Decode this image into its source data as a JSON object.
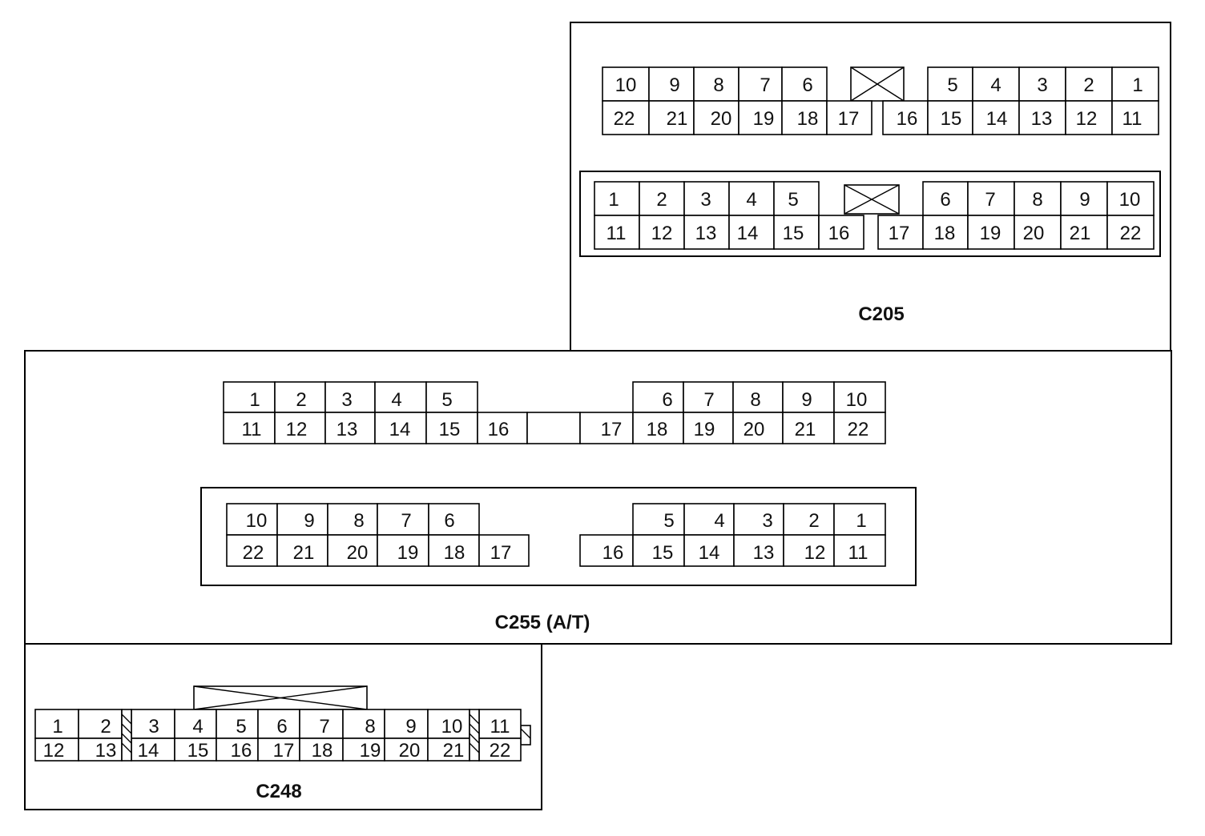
{
  "connectors": {
    "c205": {
      "label": "C205",
      "top_face": {
        "row1": [
          "10",
          "9",
          "8",
          "7",
          "6",
          "5",
          "4",
          "3",
          "2",
          "1"
        ],
        "row2": [
          "22",
          "21",
          "20",
          "19",
          "18",
          "17",
          "16",
          "15",
          "14",
          "13",
          "12",
          "11"
        ]
      },
      "bottom_face": {
        "row1": [
          "1",
          "2",
          "3",
          "4",
          "5",
          "6",
          "7",
          "8",
          "9",
          "10"
        ],
        "row2": [
          "11",
          "12",
          "13",
          "14",
          "15",
          "16",
          "17",
          "18",
          "19",
          "20",
          "21",
          "22"
        ]
      }
    },
    "c255": {
      "label": "C255 (A/T)",
      "top_face": {
        "row1": [
          "1",
          "2",
          "3",
          "4",
          "5",
          "6",
          "7",
          "8",
          "9",
          "10"
        ],
        "row2": [
          "11",
          "12",
          "13",
          "14",
          "15",
          "16",
          "17",
          "18",
          "19",
          "20",
          "21",
          "22"
        ]
      },
      "bottom_face": {
        "row1": [
          "10",
          "9",
          "8",
          "7",
          "6",
          "5",
          "4",
          "3",
          "2",
          "1"
        ],
        "row2": [
          "22",
          "21",
          "20",
          "19",
          "18",
          "17",
          "16",
          "15",
          "14",
          "13",
          "12",
          "11"
        ]
      }
    },
    "c248": {
      "label": "C248",
      "row1": [
        "1",
        "2",
        "3",
        "4",
        "5",
        "6",
        "7",
        "8",
        "9",
        "10",
        "11"
      ],
      "row2": [
        "12",
        "13",
        "14",
        "15",
        "16",
        "17",
        "18",
        "19",
        "20",
        "21",
        "22"
      ]
    }
  }
}
